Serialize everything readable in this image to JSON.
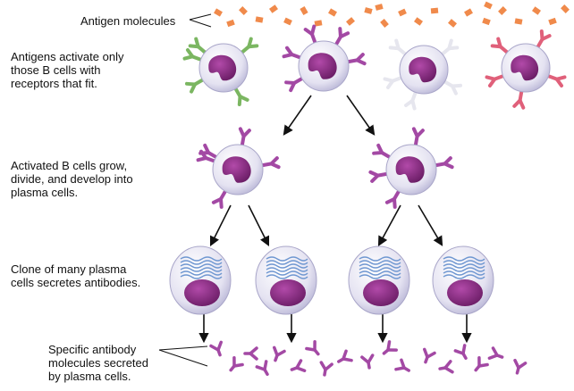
{
  "labels": {
    "antigen_molecules": "Antigen molecules",
    "step1": "Antigens activate only\nthose B cells with\nreceptors that fit.",
    "step2": "Activated B cells grow,\ndivide, and develop into\nplasma cells.",
    "step3": "Clone of many plasma\ncells secretes antibodies.",
    "step4": "Specific antibody\nmolecules secreted\nby plasma cells."
  },
  "colors": {
    "antigen": "#f08a4b",
    "cell_membrane": "#d9d7ec",
    "nucleus": "#8e2a86",
    "antibody": "#a349a4",
    "receptor_green": "#7bb661",
    "receptor_purple": "#a349a4",
    "receptor_white": "#e6e6ee",
    "receptor_pink": "#e0607a",
    "er_blue": "#6f97d1"
  }
}
